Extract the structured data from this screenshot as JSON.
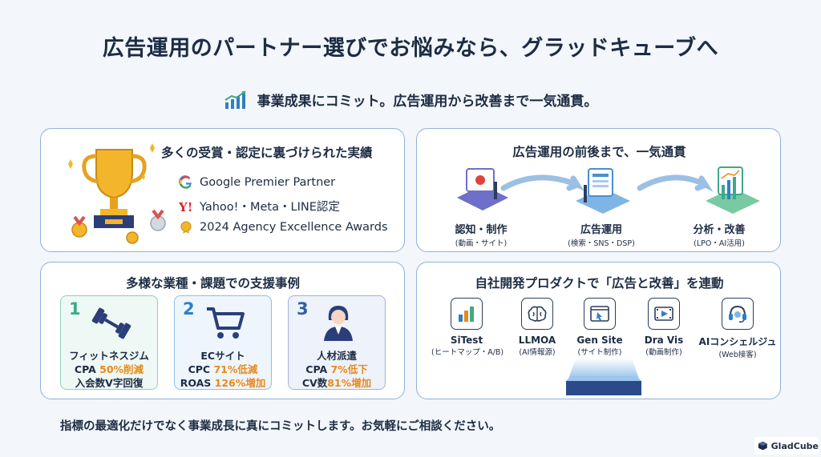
{
  "header": {
    "title": "広告運用のパートナー選びでお悩みなら、グラッドキューブへ",
    "subtitle": "事業成果にコミット。広告運用から改善まで一気通貫。"
  },
  "awards": {
    "title": "多くの受賞・認定に裏づけられた実績",
    "items": [
      {
        "icon": "google-icon",
        "label": "Google Premier Partner"
      },
      {
        "icon": "yahoo-icon",
        "label": "Yahoo!・Meta・LINE認定"
      },
      {
        "icon": "medal-icon",
        "label": "2024 Agency Excellence Awards"
      }
    ]
  },
  "flow": {
    "title": "広告運用の前後まで、一気通貫",
    "steps": [
      {
        "label": "認知・制作",
        "sub": "(動画・サイト)"
      },
      {
        "label": "広告運用",
        "sub": "(検索・SNS・DSP)"
      },
      {
        "label": "分析・改善",
        "sub": "(LPO・AI活用)"
      }
    ]
  },
  "cases": {
    "title": "多様な業種・課題での支援事例",
    "items": [
      {
        "num": "1",
        "name": "フィットネスジム",
        "l1a": "CPA ",
        "l1b": "50%削減",
        "l2a": "入会数V字回復",
        "l2b": "",
        "color": "#3fa98a",
        "bg": "#eef8f4"
      },
      {
        "num": "2",
        "name": "ECサイト",
        "l1a": "CPC ",
        "l1b": "71%低減",
        "l2a": "ROAS ",
        "l2b": "126%増加",
        "color": "#2f7fc4",
        "bg": "#eef5fc"
      },
      {
        "num": "3",
        "name": "人材派遣",
        "l1a": "CPA ",
        "l1b": "7%低下",
        "l2a": "CV数",
        "l2b": "81%増加",
        "color": "#2f5fa8",
        "bg": "#eef2fa"
      }
    ]
  },
  "products": {
    "title": "自社開発プロダクトで「広告と改善」を連動",
    "items": [
      {
        "name": "SiTest",
        "sub": "(ヒートマップ・A/B)"
      },
      {
        "name": "LLMOA",
        "sub": "(AI情報源)"
      },
      {
        "name": "Gen Site",
        "sub": "(サイト制作)"
      },
      {
        "name": "Dra Vis",
        "sub": "(動画制作)"
      },
      {
        "name": "AIコンシェルジュ",
        "sub": "(Web接客)"
      }
    ]
  },
  "footer": {
    "text": "指標の最適化だけでなく事業成長に真にコミットします。お気軽にご相談ください。"
  },
  "logo": {
    "text": "GladCube"
  }
}
